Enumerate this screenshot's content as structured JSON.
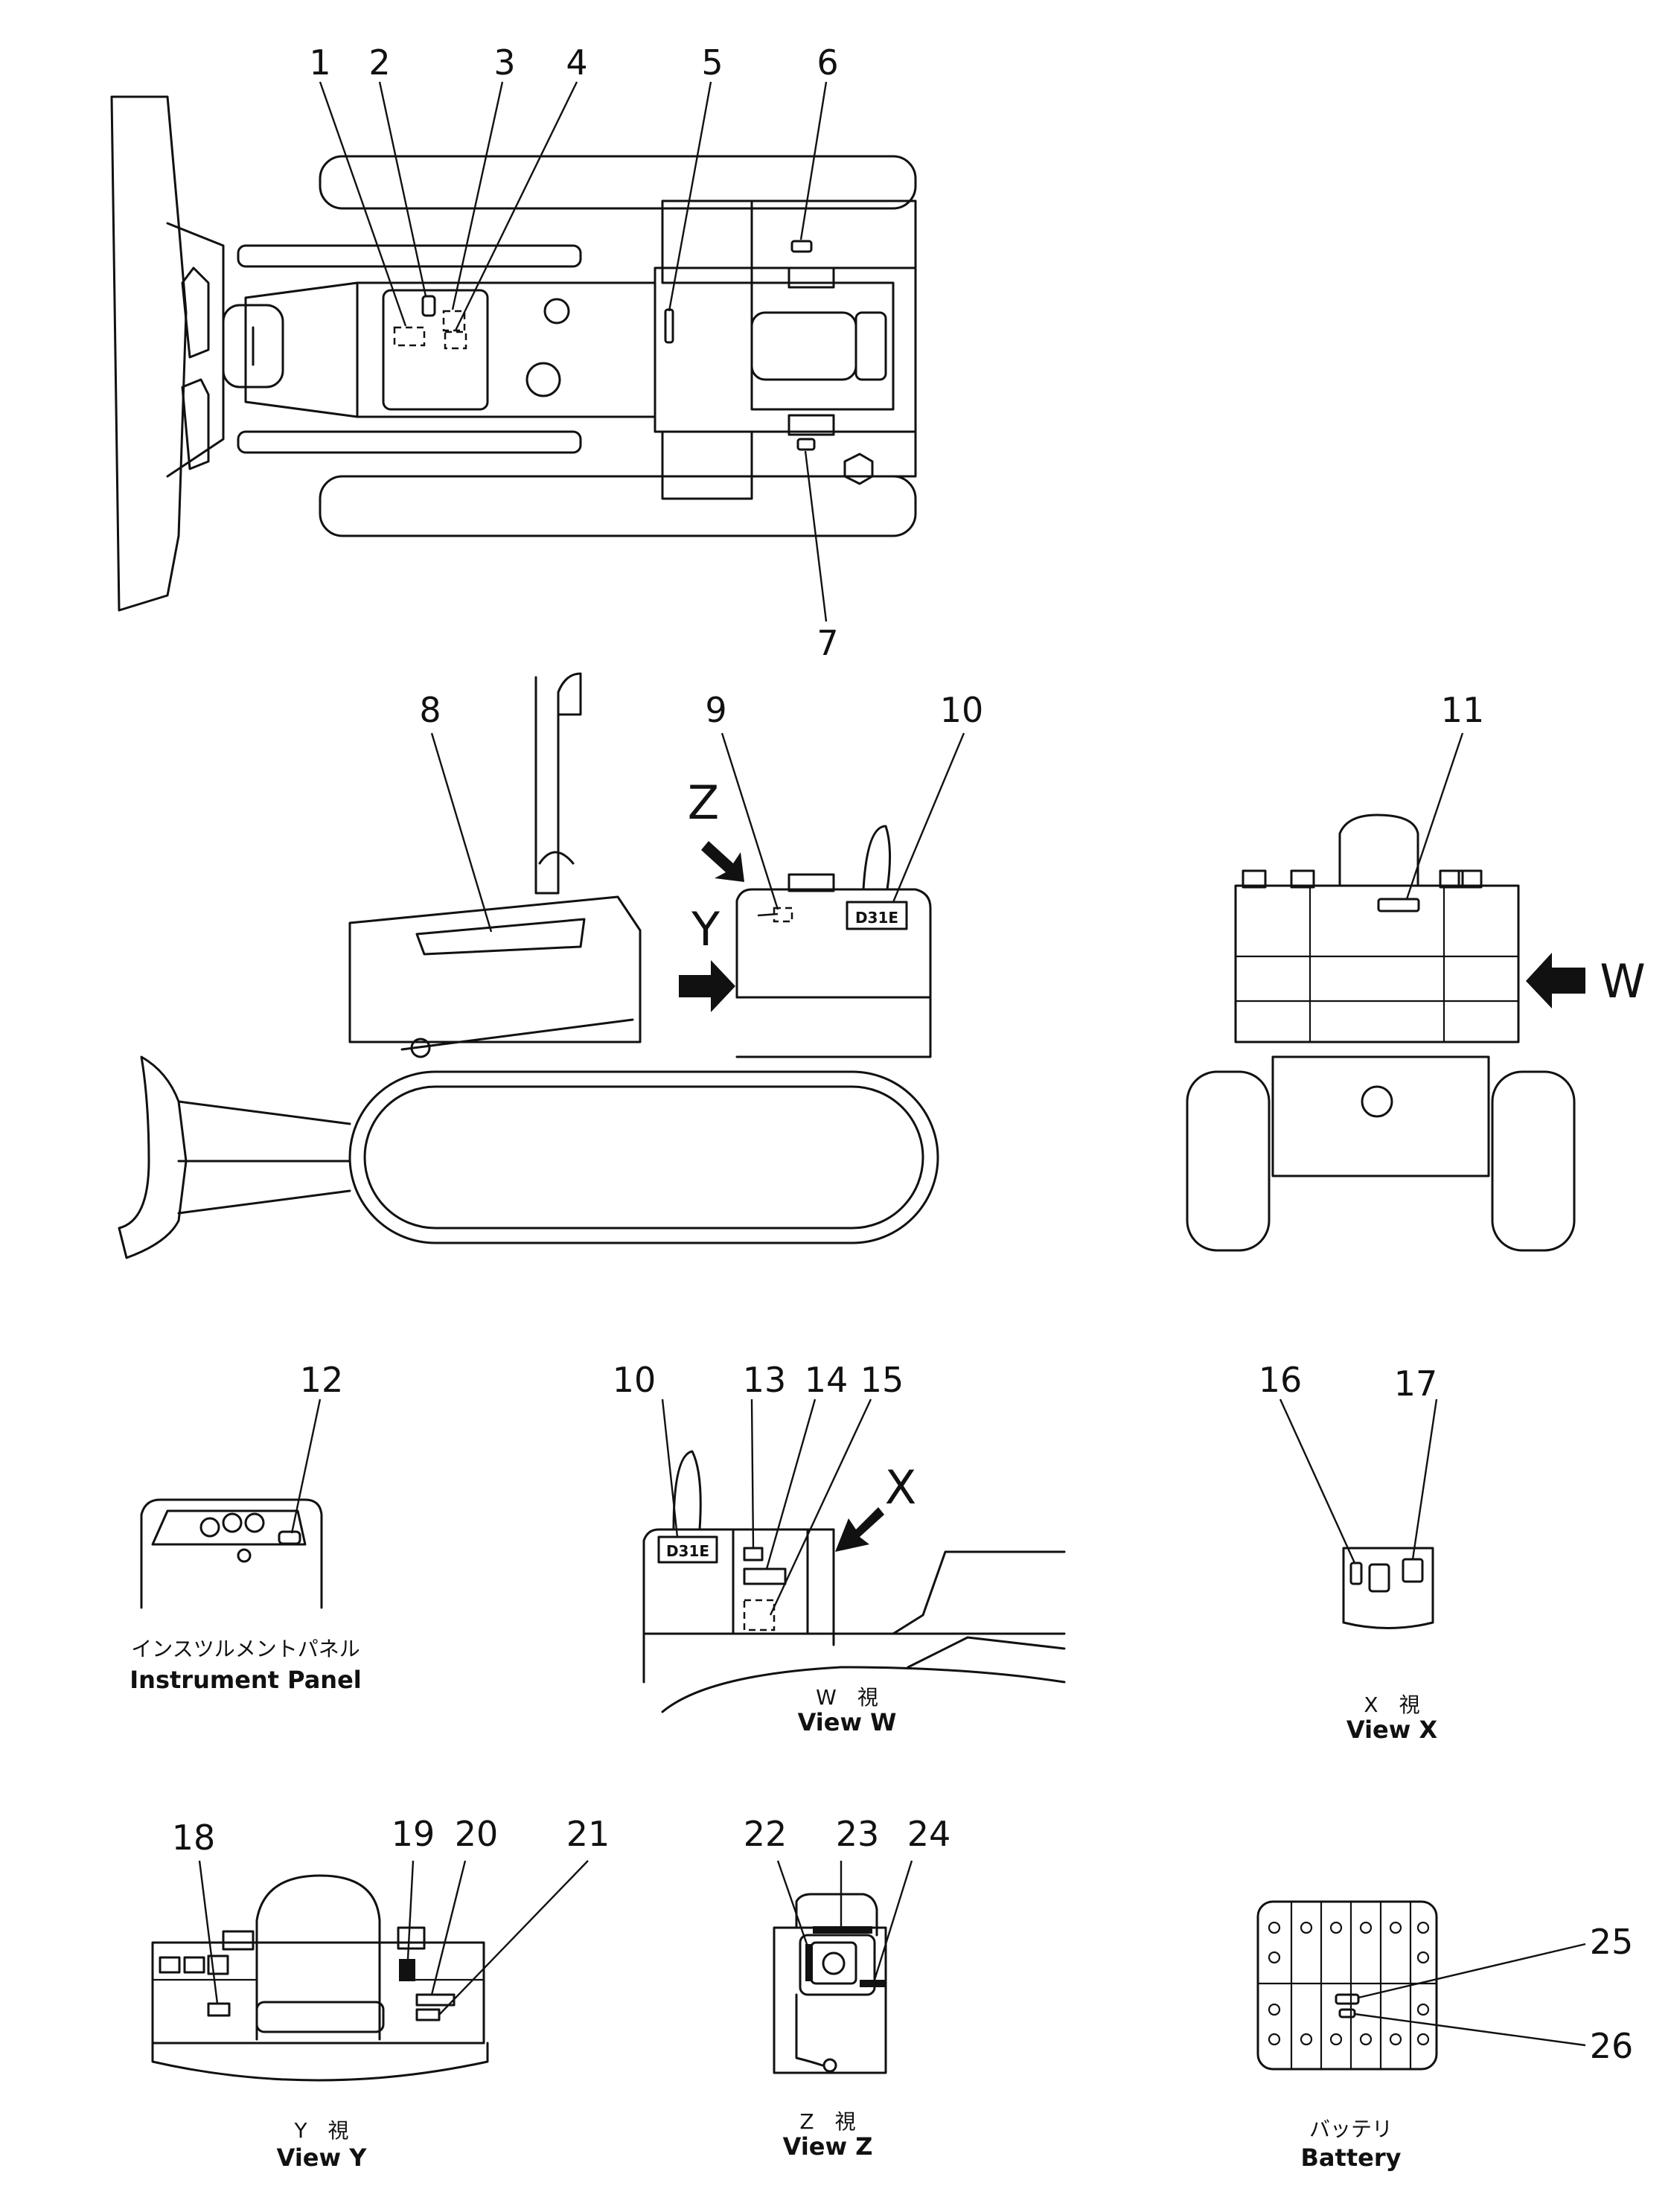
{
  "callouts": [
    "1",
    "2",
    "3",
    "4",
    "5",
    "6",
    "7",
    "8",
    "9",
    "10",
    "11",
    "12",
    "10",
    "13",
    "14",
    "15",
    "16",
    "17",
    "18",
    "19",
    "20",
    "21",
    "22",
    "23",
    "24",
    "25",
    "26"
  ],
  "view_arrows": [
    "Z",
    "Y",
    "W",
    "X"
  ],
  "decal_text": "D31E",
  "captions": {
    "instrument_panel_jp": "インスツルメントパネル",
    "instrument_panel_en": "Instrument Panel",
    "view_w_jp": "W　視",
    "view_w_en": "View W",
    "view_x_jp": "X　視",
    "view_x_en": "View X",
    "view_y_jp": "Y　視",
    "view_y_en": "View Y",
    "view_z_jp": "Z　視",
    "view_z_en": "View Z",
    "battery_jp": "バッテリ",
    "battery_en": "Battery"
  }
}
